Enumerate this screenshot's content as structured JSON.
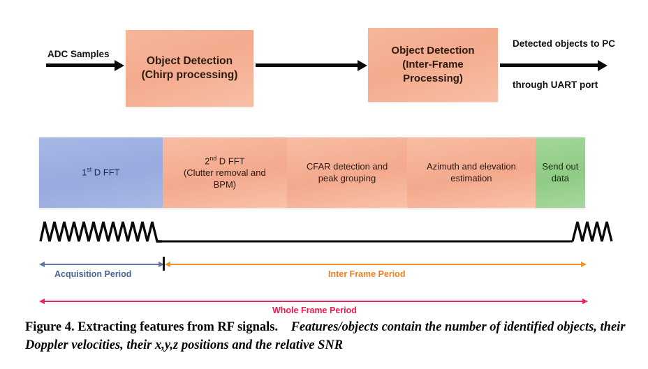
{
  "figure": {
    "caption_bold": "Figure 4. Extracting features from RF signals.",
    "caption_italic": "Features/objects contain the number of identified objects, their Doppler velocities, their x,y,z positions and the relative SNR"
  },
  "flow": {
    "input_label": "ADC Samples",
    "output_label_top": "Detected objects to PC",
    "output_label_bottom": "through UART port",
    "blocks": [
      {
        "line1": "Object Detection",
        "line2": "(Chirp processing)"
      },
      {
        "line1": "Object Detection",
        "line2": "(Inter-Frame",
        "line3": "Processing)"
      }
    ]
  },
  "timeline": {
    "segments": [
      {
        "name": "first-d-fft",
        "text": "1st D FFT",
        "sup": "st",
        "base": "1",
        "tail": " D FFT",
        "color": "#9eb0e1",
        "width_pct": 22.6
      },
      {
        "name": "second-d-fft",
        "text": "2nd D FFT (Clutter removal and BPM)",
        "sup": "nd",
        "base": "2",
        "tail": " D FFT",
        "line2": "(Clutter removal and",
        "line3": "BPM)",
        "color": "#f5ae92",
        "width_pct": 22.8
      },
      {
        "name": "cfar",
        "line1": "CFAR detection and",
        "line2": "peak grouping",
        "color": "#f5ae92",
        "width_pct": 22.0
      },
      {
        "name": "azimuth",
        "line1": "Azimuth and elevation",
        "line2": "estimation",
        "color": "#f5ae92",
        "width_pct": 23.5
      },
      {
        "name": "send-out-data",
        "line1": "Send out",
        "line2": "data",
        "color": "#92cc87",
        "width_pct": 9.1
      }
    ]
  },
  "periods": {
    "acquisition": {
      "label": "Acquisition Period",
      "color": "#4a6394"
    },
    "inter_frame": {
      "label": "Inter Frame Period",
      "color": "#ee7f22"
    },
    "whole_frame": {
      "label": "Whole Frame Period",
      "color": "#f0194f"
    }
  },
  "colors": {
    "block_fill": "#f4ab8e",
    "blue_segment": "#9eb0e1",
    "orange_segment": "#f5ae92",
    "green_segment": "#92cc87",
    "arrow_black": "#0b0b0b"
  }
}
